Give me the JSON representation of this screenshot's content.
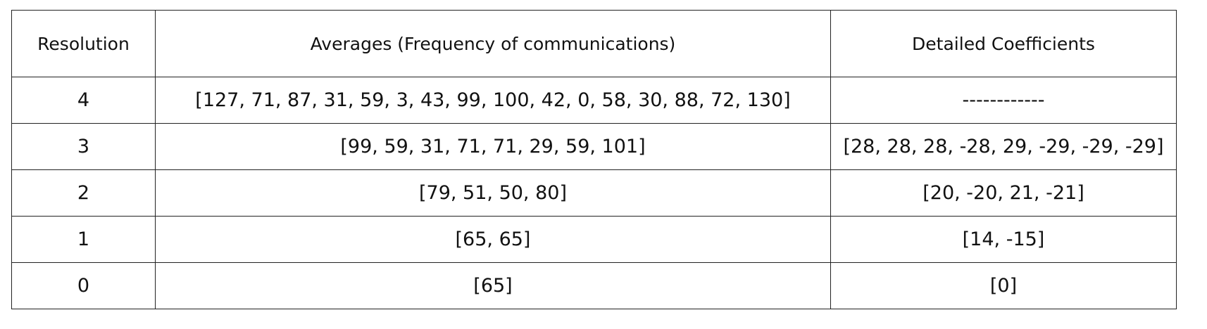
{
  "table": {
    "headers": [
      "Resolution",
      "Averages (Frequency of communications)",
      "Detailed Coefficients"
    ],
    "rows": [
      {
        "resolution": "4",
        "averages": "[127, 71, 87, 31, 59, 3, 43, 99, 100, 42, 0, 58, 30, 88, 72, 130]",
        "coefficients": "------------"
      },
      {
        "resolution": "3",
        "averages": "[99, 59, 31, 71, 71, 29, 59, 101]",
        "coefficients": "[28, 28, 28, -28, 29, -29, -29, -29]"
      },
      {
        "resolution": "2",
        "averages": "[79, 51, 50, 80]",
        "coefficients": "[20, -20, 21, -21]"
      },
      {
        "resolution": "1",
        "averages": "[65, 65]",
        "coefficients": "[14, -15]"
      },
      {
        "resolution": "0",
        "averages": "[65]",
        "coefficients": "[0]"
      }
    ]
  }
}
